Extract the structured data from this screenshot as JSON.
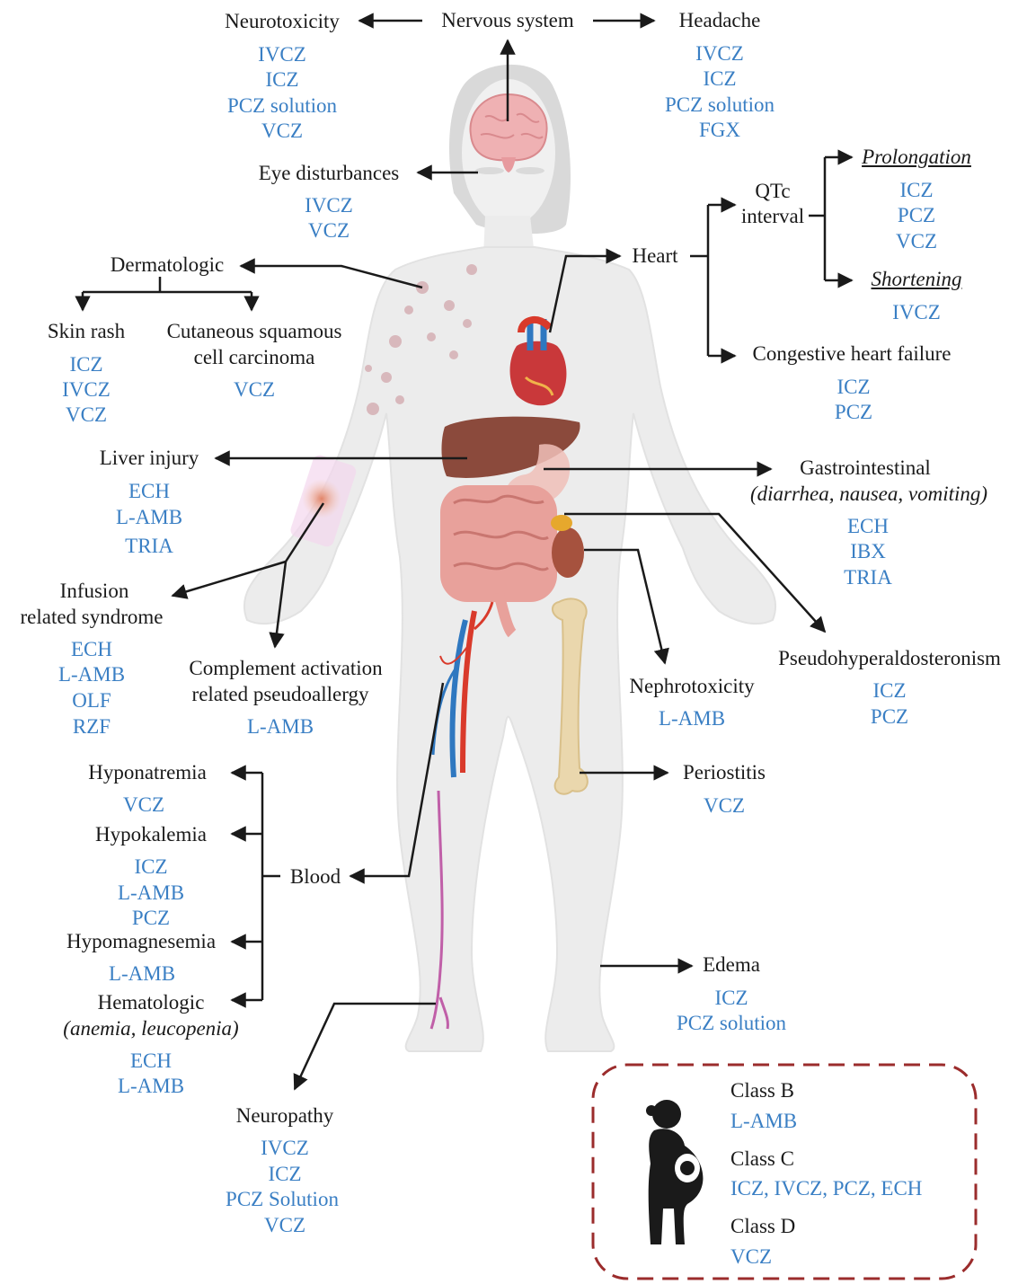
{
  "colors": {
    "heading": "#1a1a1a",
    "drug": "#3a7fc4",
    "arrow": "#1a1a1a",
    "pregnancy_box_border": "#9b2c2c",
    "body_fill": "#ececec",
    "liver": "#8b4a3c",
    "intestine": "#e8a19b",
    "artery": "#d93a2b",
    "vein": "#2f78c0",
    "bone": "#ead7ad",
    "rash": "#c98e95"
  },
  "icons": [
    "brain-icon",
    "heart-organ-icon",
    "liver-icon",
    "stomach-icon",
    "intestine-icon",
    "kidney-icon",
    "bone-icon",
    "blood-vessels-icon",
    "nerve-icon",
    "pregnant-woman-icon",
    "infusion-site-icon",
    "rash-icon"
  ],
  "nervous": {
    "title": "Nervous system",
    "neurotoxicity": {
      "label": "Neurotoxicity",
      "drugs": [
        "IVCZ",
        "ICZ",
        "PCZ solution",
        "VCZ"
      ]
    },
    "headache": {
      "label": "Headache",
      "drugs": [
        "IVCZ",
        "ICZ",
        "PCZ solution",
        "FGX"
      ]
    }
  },
  "eye": {
    "label": "Eye disturbances",
    "drugs": [
      "IVCZ",
      "VCZ"
    ]
  },
  "dermatologic": {
    "label": "Dermatologic",
    "skin_rash": {
      "label": "Skin rash",
      "drugs": [
        "ICZ",
        "IVCZ",
        "VCZ"
      ]
    },
    "scc": {
      "line1": "Cutaneous squamous",
      "line2": "cell carcinoma",
      "drugs": [
        "VCZ"
      ]
    }
  },
  "heart": {
    "label": "Heart",
    "qtc": {
      "line1": "QTc",
      "line2": "interval"
    },
    "prolongation": {
      "label": "Prolongation",
      "drugs": [
        "ICZ",
        "PCZ",
        "VCZ"
      ]
    },
    "shortening": {
      "label": "Shortening",
      "drugs": [
        "IVCZ"
      ]
    },
    "chf": {
      "label": "Congestive heart failure",
      "drugs": [
        "ICZ",
        "PCZ"
      ]
    }
  },
  "liver": {
    "label": "Liver injury",
    "drugs": [
      "ECH",
      "L-AMB",
      "TRIA"
    ]
  },
  "gi": {
    "label": "Gastrointestinal",
    "detail": "(diarrhea, nausea, vomiting)",
    "drugs": [
      "ECH",
      "IBX",
      "TRIA"
    ]
  },
  "infusion": {
    "line1": "Infusion",
    "line2": "related  syndrome",
    "drugs": [
      "ECH",
      "L-AMB",
      "OLF",
      "RZF"
    ]
  },
  "complement": {
    "line1": "Complement activation",
    "line2": "related pseudoallergy",
    "drugs": [
      "L-AMB"
    ]
  },
  "nephro": {
    "label": "Nephrotoxicity",
    "drugs": [
      "L-AMB"
    ]
  },
  "pseudo": {
    "label": "Pseudohyperaldosteronism",
    "drugs": [
      "ICZ",
      "PCZ"
    ]
  },
  "periostitis": {
    "label": "Periostitis",
    "drugs": [
      "VCZ"
    ]
  },
  "blood": {
    "label": "Blood",
    "hyponatremia": {
      "label": "Hyponatremia",
      "drugs": [
        "VCZ"
      ]
    },
    "hypokalemia": {
      "label": "Hypokalemia",
      "drugs": [
        "ICZ",
        "L-AMB",
        "PCZ"
      ]
    },
    "hypomagnesemia": {
      "label": "Hypomagnesemia",
      "drugs": [
        "L-AMB"
      ]
    },
    "hematologic": {
      "label": "Hematologic",
      "detail": "(anemia, leucopenia)",
      "drugs": [
        "ECH",
        "L-AMB"
      ]
    }
  },
  "edema": {
    "label": "Edema",
    "drugs": [
      "ICZ",
      "PCZ solution"
    ]
  },
  "neuropathy": {
    "label": "Neuropathy",
    "drugs": [
      "IVCZ",
      "ICZ",
      "PCZ Solution",
      "VCZ"
    ]
  },
  "pregnancy": {
    "class_b": {
      "label": "Class B",
      "drugs": "L-AMB"
    },
    "class_c": {
      "label": "Class C",
      "drugs": "ICZ, IVCZ, PCZ, ECH"
    },
    "class_d": {
      "label": "Class D",
      "drugs": "VCZ"
    }
  }
}
